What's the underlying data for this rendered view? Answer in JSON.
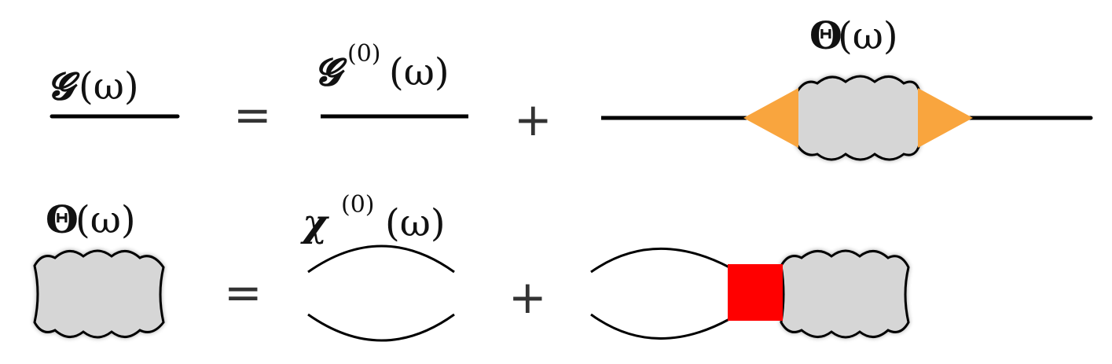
{
  "row1": {
    "lhs": {
      "symbol": "𝓖",
      "arg": "(ω)"
    },
    "equals": "=",
    "term1": {
      "symbol": "𝓖",
      "superscript": "(0)",
      "arg": "(ω)"
    },
    "plus": "+",
    "term2": {
      "symbol": "Θ",
      "arg": "(ω)"
    }
  },
  "row2": {
    "lhs": {
      "symbol": "Θ",
      "arg": "(ω)"
    },
    "equals": "=",
    "term1": {
      "symbol": "χ",
      "superscript": "(0)",
      "arg": "(ω)"
    },
    "plus": "+"
  },
  "colors": {
    "vertex_triangle": "#f9a53e",
    "interaction_square": "#ff0000",
    "blob_fill": "#d6d6d6",
    "line": "#000000"
  }
}
